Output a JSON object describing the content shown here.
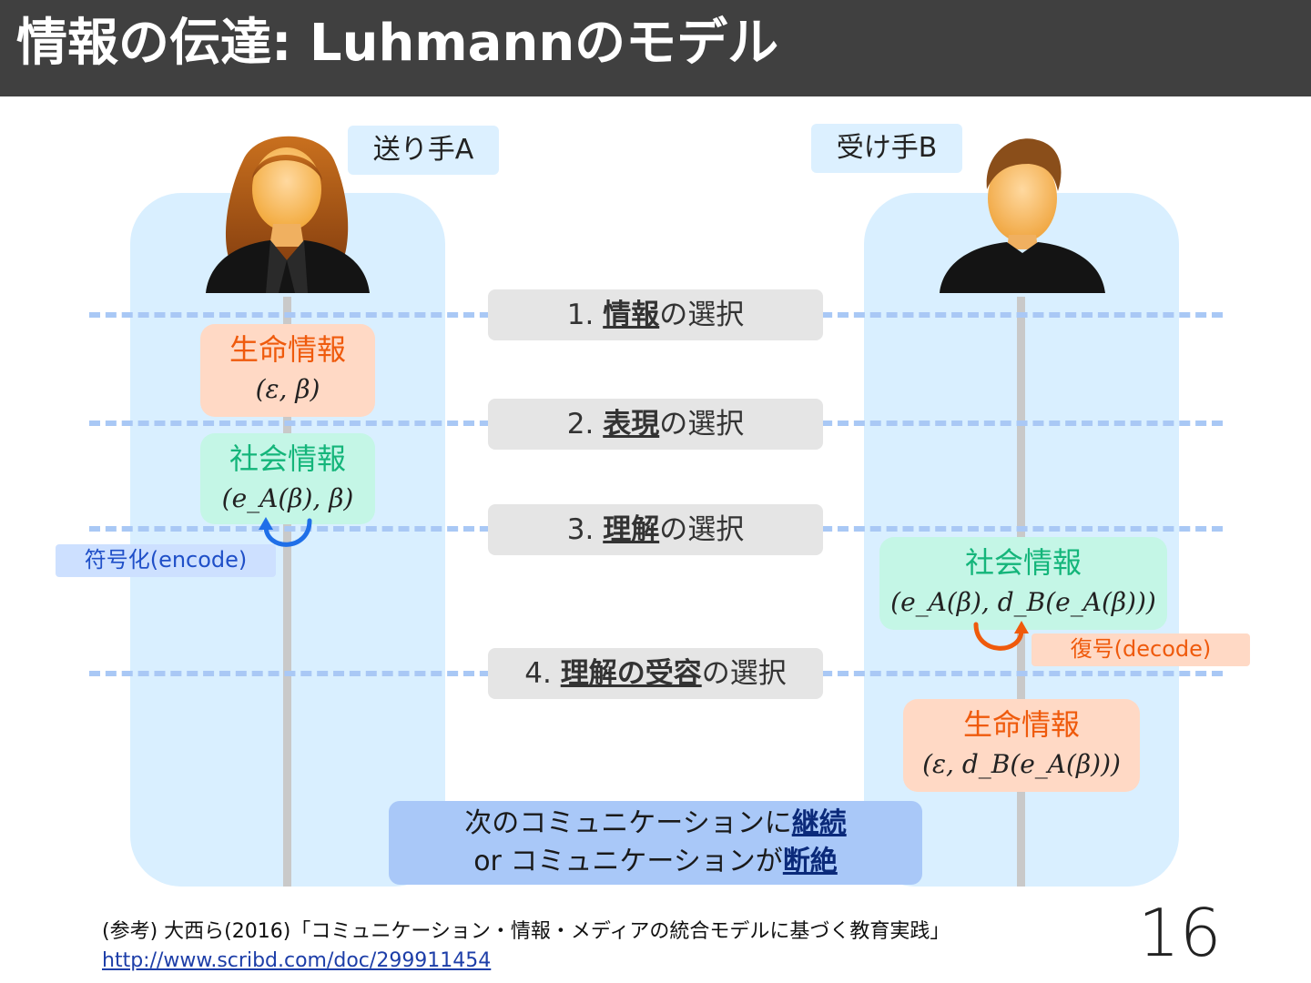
{
  "title": "情報の伝達: Luhmannのモデル",
  "sender_label": "送り手A",
  "receiver_label": "受け手B",
  "steps": [
    {
      "num": "1.",
      "key": "情報",
      "rest": "の選択"
    },
    {
      "num": "2.",
      "key": "表現",
      "rest": "の選択"
    },
    {
      "num": "3.",
      "key": "理解",
      "rest": "の選択"
    },
    {
      "num": "4.",
      "key": "理解の受容",
      "rest": "の選択"
    }
  ],
  "sender": {
    "bio_title": "生命情報",
    "bio_formula": "(ε, β)",
    "social_title": "社会情報",
    "social_formula": "(e_A(β), β)",
    "encode_label": "符号化(encode)"
  },
  "receiver": {
    "social_title": "社会情報",
    "social_formula": "(e_A(β), d_B(e_A(β)))",
    "decode_label": "復号(decode)",
    "bio_title": "生命情報",
    "bio_formula": "(ε, d_B(e_A(β)))"
  },
  "continuation": {
    "line1_prefix": "次のコミュニケーションに",
    "line1_key": "継続",
    "line2_prefix": "or コミュニケーションが",
    "line2_key": "断絶"
  },
  "reference": {
    "text": "(参考) 大西ら(2016)「コミュニケーション・情報・メディアの統合モデルに基づく教育実践」",
    "url": "http://www.scribd.com/doc/299911454"
  },
  "page_number": "16",
  "colors": {
    "title_bar": "#404040",
    "lane": "#d9efff",
    "dash": "#a9c8f5",
    "bio_box": "#ffd9c5",
    "social_box": "#c4f6e6",
    "encode_arrow": "#1f6fe8",
    "decode_arrow": "#ef5a0c"
  },
  "icons": [
    "female-person-icon",
    "male-person-icon"
  ]
}
